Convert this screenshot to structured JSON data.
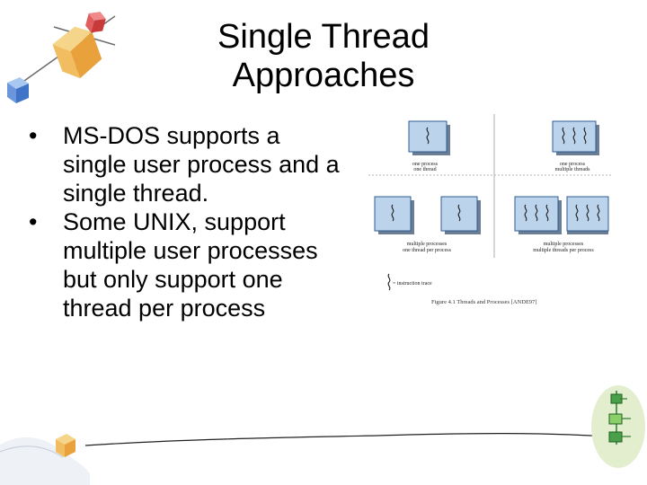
{
  "slide": {
    "title_line1": "Single Thread",
    "title_line2": "Approaches",
    "bullets": [
      {
        "text": "MS-DOS supports a single user process and a single thread."
      },
      {
        "text": "Some UNIX, support multiple user processes but only support one thread per process"
      }
    ],
    "bullet_glyph": "•"
  },
  "figure": {
    "quadrants": [
      {
        "line1": "one process",
        "line2": "one thread"
      },
      {
        "line1": "one process",
        "line2": "multiple threads"
      },
      {
        "line1": "multiple processes",
        "line2": "one thread per process"
      },
      {
        "line1": "multiple processes",
        "line2": "multiple threads per process"
      }
    ],
    "legend": "= instruction trace",
    "caption": "Figure 4.1   Threads and Processes [ANDE97]"
  },
  "colors": {
    "box_fill": "#bcd3ec",
    "box_border": "#2f5b90",
    "divider": "#9a9a9a"
  },
  "icons": [
    "squiggle-icon",
    "clipart-cube-icon",
    "clipart-checklist-icon"
  ]
}
